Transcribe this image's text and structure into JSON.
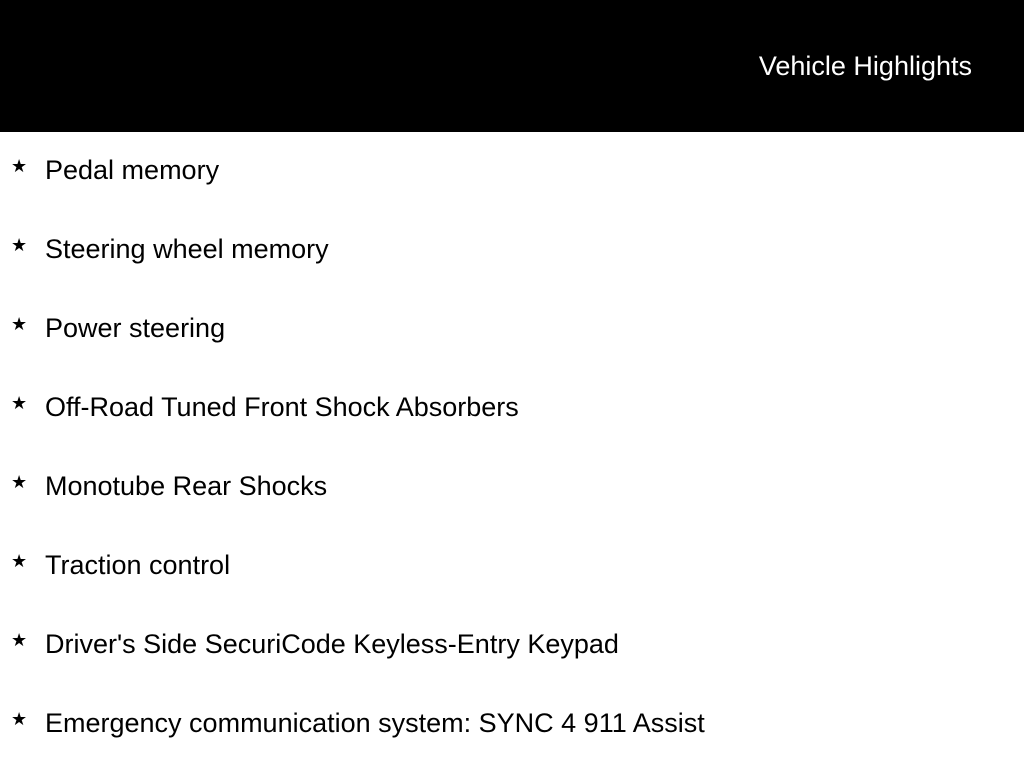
{
  "header": {
    "title": "Vehicle Highlights",
    "background": "#000000",
    "text_color": "#ffffff"
  },
  "highlights": {
    "bullet_icon": "star-icon",
    "items": [
      "Pedal memory",
      "Steering wheel memory",
      "Power steering",
      "Off-Road Tuned Front Shock Absorbers",
      "Monotube Rear Shocks",
      "Traction control",
      "Driver's Side SecuriCode Keyless-Entry Keypad",
      "Emergency communication system: SYNC 4 911 Assist"
    ]
  }
}
